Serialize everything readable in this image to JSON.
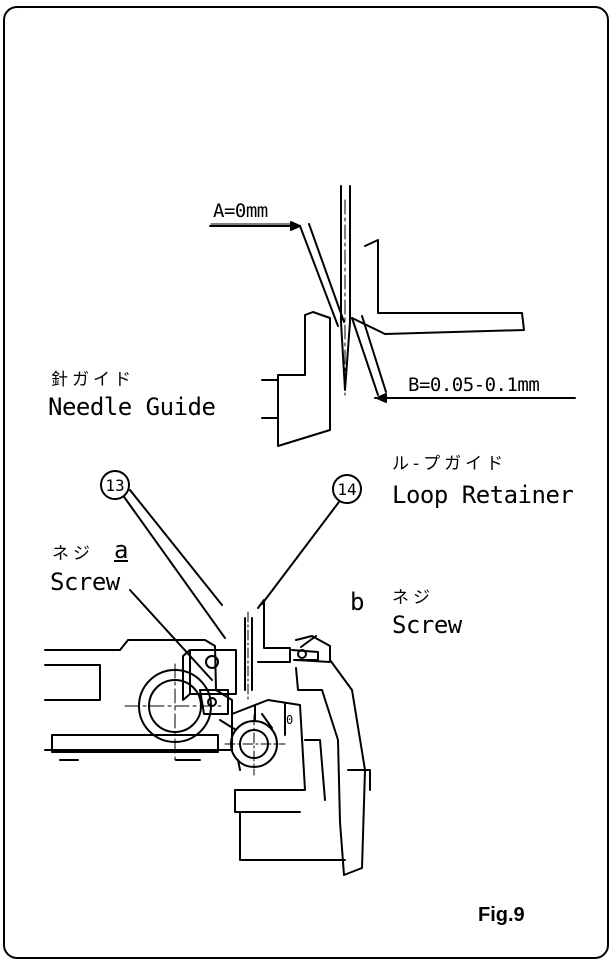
{
  "labels": {
    "dim_a": "A=0mm",
    "dim_b": "B=0.05-0.1mm",
    "needle_guide_jp": "針ガイド",
    "needle_guide_en": "Needle Guide",
    "loop_retainer_jp": "ル-プガイド",
    "loop_retainer_en": "Loop Retainer",
    "screw_a_jp": "ネジ",
    "screw_a_letter": "a",
    "screw_a_en": "Screw",
    "screw_b_letter": "b",
    "screw_b_jp": "ネジ",
    "screw_b_en": "Screw",
    "part_13": "13",
    "part_14": "14",
    "figure": "Fig.9"
  }
}
